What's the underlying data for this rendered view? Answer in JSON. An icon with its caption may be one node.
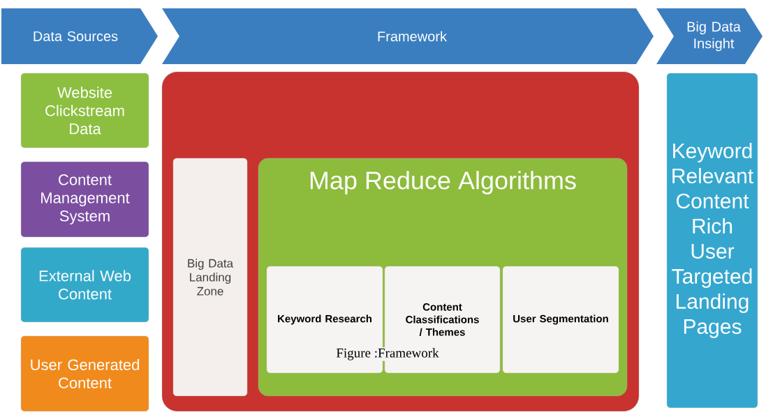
{
  "diagram": {
    "nodes": [
      {
        "text": [
          "Data Sources"
        ]
      },
      {
        "text": [
          "Framework"
        ]
      },
      {
        "text": [
          "Big Data Insight"
        ]
      },
      {
        "text": [
          "Website Clickstream Data"
        ]
      },
      {
        "text": [
          "Content Management System"
        ]
      },
      {
        "text": [
          "External Web Content"
        ]
      },
      {
        "text": [
          "User Generated Content"
        ]
      },
      {
        "text": [],
        "shape": "box"
      },
      {
        "text": [
          "Big Data Landing Zone"
        ],
        "in": 7
      },
      {
        "text": [
          "Map Reduce Algorithms"
        ],
        "in": 7
      },
      {
        "text": [
          "Keyword Research"
        ],
        "in": 9
      },
      {
        "text": [
          "Content Classifications / Themes"
        ],
        "in": 9
      },
      {
        "text": [
          "User Segmentation"
        ],
        "in": 9
      },
      {
        "text": [
          "Keyword Relevant Content Rich User Targeted Landing Pages"
        ]
      }
    ],
    "edges": [],
    "labels": [
      "Figure :Framework"
    ]
  }
}
